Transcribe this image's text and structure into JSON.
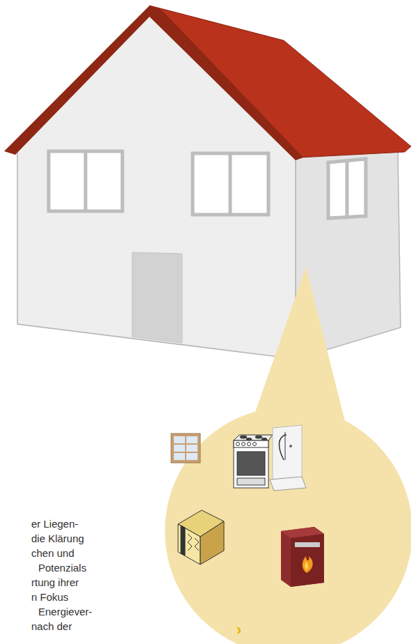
{
  "diagram": {
    "labels": [
      "er Liegen-",
      "die Klärung",
      "chen und",
      "Potenzials",
      "rtung ihrer",
      "n Fokus",
      "Energiever-",
      "nach der",
      "›"
    ]
  }
}
